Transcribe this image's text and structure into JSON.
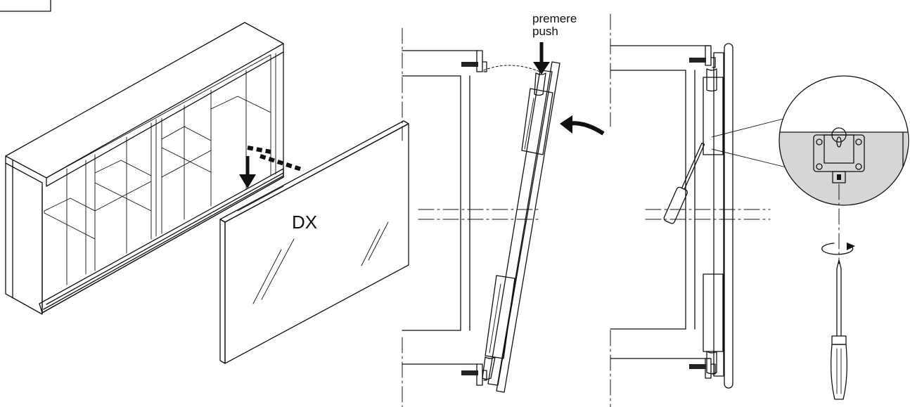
{
  "labels": {
    "door_side": "DX",
    "press_it": "premere",
    "press_en": "push"
  },
  "colors": {
    "line": "#111111",
    "shade": "#d6d6d6",
    "background": "#ffffff"
  }
}
